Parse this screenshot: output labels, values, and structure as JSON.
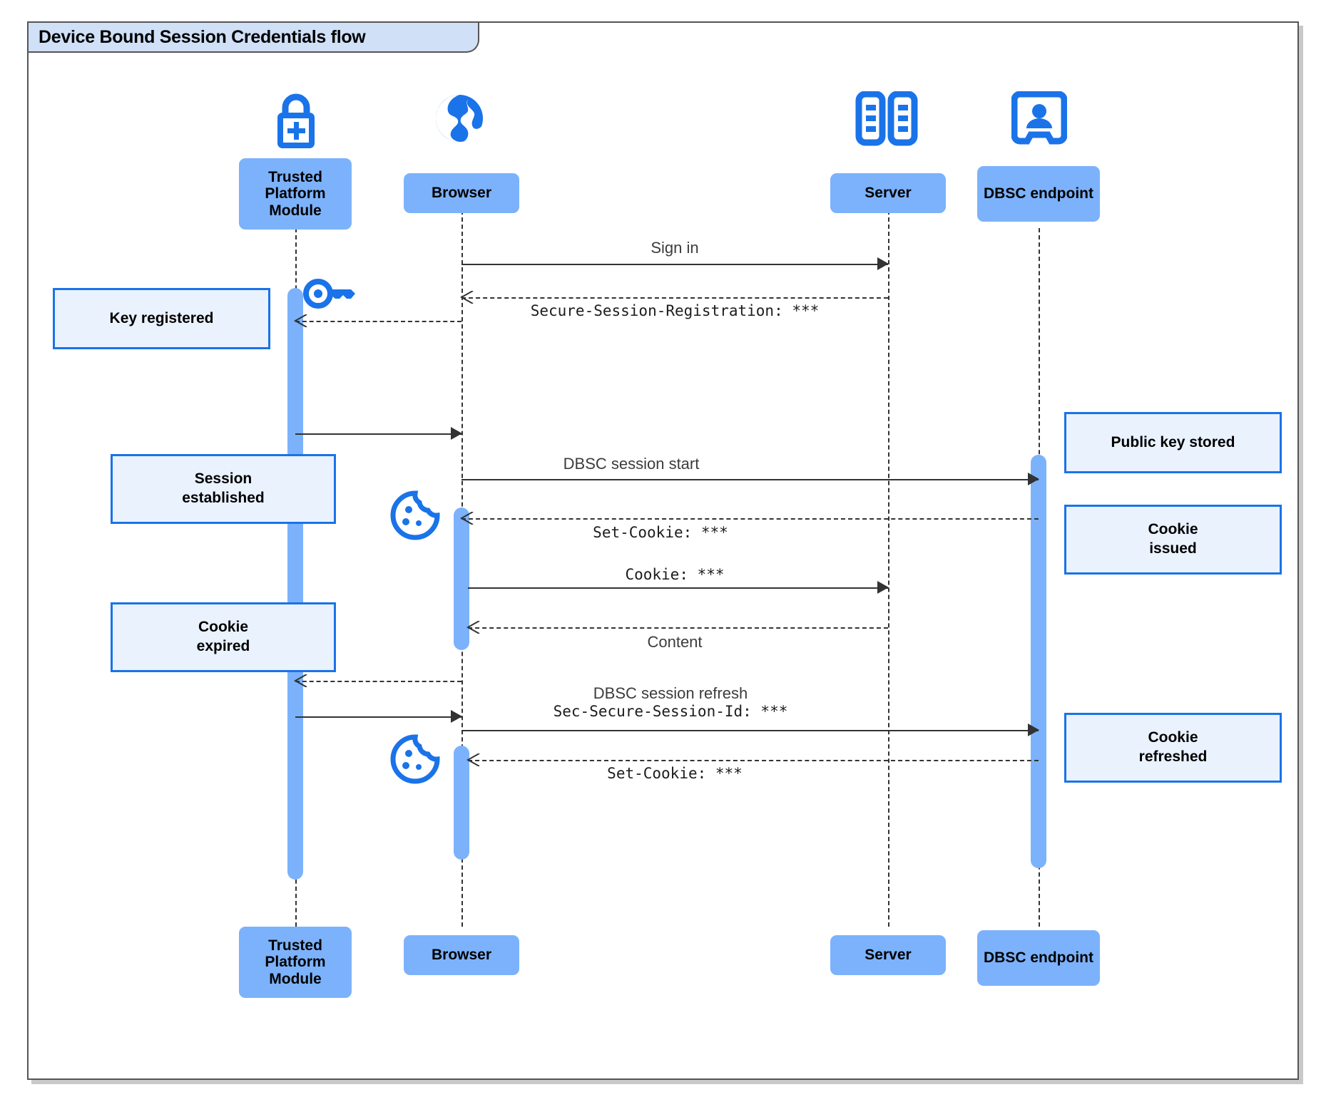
{
  "diagram": {
    "title": "Device Bound Session Credentials flow",
    "type": "sequence-diagram",
    "colors": {
      "participant_fill": "#7cb2fb",
      "note_fill": "#eaf2fe",
      "note_border": "#1a73e8",
      "icon_blue": "#1a73e8",
      "activation_fill": "#7cb2fb",
      "title_tab_fill": "#cfe0f7",
      "frame_border": "#555555",
      "line": "#333333"
    }
  },
  "participants": [
    {
      "id": "tpm",
      "label": "Trusted Platform Module",
      "icon": "lock-plus-icon"
    },
    {
      "id": "browser",
      "label": "Browser",
      "icon": "globe-icon"
    },
    {
      "id": "server",
      "label": "Server",
      "icon": "server-racks-icon"
    },
    {
      "id": "dbsc",
      "label": "DBSC endpoint",
      "icon": "id-badge-icon"
    }
  ],
  "participants_bottom": [
    {
      "id": "tpm",
      "label": "Trusted Platform Module"
    },
    {
      "id": "browser",
      "label": "Browser"
    },
    {
      "id": "server",
      "label": "Server"
    },
    {
      "id": "dbsc",
      "label": "DBSC endpoint"
    }
  ],
  "messages": [
    {
      "id": "m1",
      "label": "Sign in",
      "style": "plain",
      "from": "browser",
      "to": "server",
      "arrow": "solid"
    },
    {
      "id": "m2",
      "label": "Secure-Session-Registration: ***",
      "style": "mono",
      "from": "server",
      "to": "browser",
      "arrow": "dashed"
    },
    {
      "id": "m3",
      "label": "",
      "style": "plain",
      "from": "tpm",
      "to": "browser",
      "arrow": "solid"
    },
    {
      "id": "m4",
      "label": "DBSC session start",
      "style": "plain",
      "from": "browser",
      "to": "dbsc",
      "arrow": "solid"
    },
    {
      "id": "m5",
      "label": "Set-Cookie: ***",
      "style": "mono",
      "from": "dbsc",
      "to": "browser",
      "arrow": "dashed"
    },
    {
      "id": "m6",
      "label": "Cookie: ***",
      "style": "mono",
      "from": "browser",
      "to": "server",
      "arrow": "solid"
    },
    {
      "id": "m7",
      "label": "Content",
      "style": "plain",
      "from": "server",
      "to": "browser",
      "arrow": "dashed"
    },
    {
      "id": "m8",
      "label": "",
      "style": "plain",
      "from": "browser",
      "to": "tpm",
      "arrow": "dashed"
    },
    {
      "id": "m9",
      "label_line1": "DBSC session refresh",
      "label_line2": "Sec-Secure-Session-Id: ***",
      "style": "two-line",
      "from": "browser",
      "to": "dbsc",
      "arrow": "solid"
    },
    {
      "id": "m9b",
      "label": "",
      "style": "plain",
      "from": "tpm",
      "to": "browser",
      "arrow": "solid"
    },
    {
      "id": "m10",
      "label": "Set-Cookie: ***",
      "style": "mono",
      "from": "dbsc",
      "to": "browser",
      "arrow": "dashed"
    }
  ],
  "notes": [
    {
      "id": "n1",
      "text": "Key registered",
      "side": "left",
      "lines": [
        "Key registered"
      ]
    },
    {
      "id": "n2",
      "text": "Session established",
      "side": "left",
      "lines": [
        "Session",
        "established"
      ]
    },
    {
      "id": "n3",
      "text": "Cookie expired",
      "side": "left",
      "lines": [
        "Cookie",
        "expired"
      ]
    },
    {
      "id": "n4",
      "text": "Public key stored",
      "side": "right",
      "lines": [
        "Public key stored"
      ]
    },
    {
      "id": "n5",
      "text": "Cookie issued",
      "side": "right",
      "lines": [
        "Cookie",
        "issued"
      ]
    },
    {
      "id": "n6",
      "text": "Cookie refreshed",
      "side": "right",
      "lines": [
        "Cookie",
        "refreshed"
      ]
    }
  ],
  "inline_icons": [
    {
      "id": "key",
      "name": "key-icon"
    },
    {
      "id": "cookie1",
      "name": "cookie-icon"
    },
    {
      "id": "cookie2",
      "name": "cookie-icon"
    }
  ]
}
